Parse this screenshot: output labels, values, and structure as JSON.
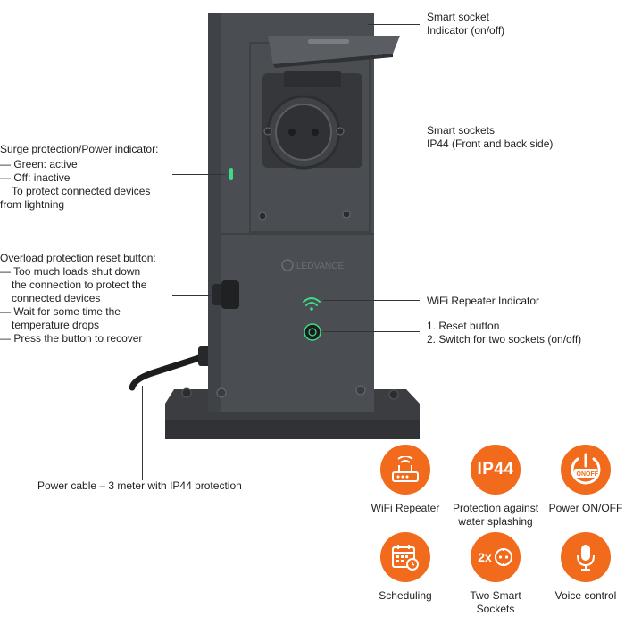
{
  "callouts": {
    "smart_socket_indicator": [
      "Smart socket",
      "Indicator (on/off)"
    ],
    "smart_sockets_ip44": [
      "Smart sockets",
      "IP44 (Front and back side)"
    ],
    "surge": {
      "title": "Surge protection/Power indicator:",
      "lines": [
        "— Green: active",
        "— Off: inactive",
        "To protect connected devices",
        "from lightning"
      ]
    },
    "overload": {
      "title": "Overload protection reset button:",
      "lines": [
        "— Too much loads shut down",
        "the connection to protect the",
        "connected devices",
        "— Wait for some time the",
        "temperature drops",
        "— Press the button to recover"
      ]
    },
    "wifi_repeater_indicator": "WiFi Repeater Indicator",
    "reset_switch": [
      "1. Reset button",
      "2. Switch for two sockets (on/off)"
    ],
    "power_cable": "Power cable – 3 meter with IP44 protection"
  },
  "brand_logo_text": "LEDVANCE",
  "features": [
    {
      "icon": "router-icon",
      "label": [
        "WiFi Repeater"
      ]
    },
    {
      "icon": "ip44-badge",
      "badge": "IP44",
      "label": [
        "Protection against",
        "water splashing"
      ]
    },
    {
      "icon": "power-button-icon",
      "badge_on": "ON",
      "badge_off": "OFF",
      "label": [
        "Power ON/OFF"
      ]
    },
    {
      "icon": "calendar-clock-icon",
      "label": [
        "Scheduling"
      ]
    },
    {
      "icon": "socket-icon",
      "badge": "2x",
      "label": [
        "Two Smart",
        "Sockets"
      ]
    },
    {
      "icon": "microphone-icon",
      "label": [
        "Voice control"
      ]
    }
  ],
  "colors": {
    "accent": "#f26a1b",
    "device_body": "#4a4d52",
    "indicator_green": "#3ddc84"
  }
}
